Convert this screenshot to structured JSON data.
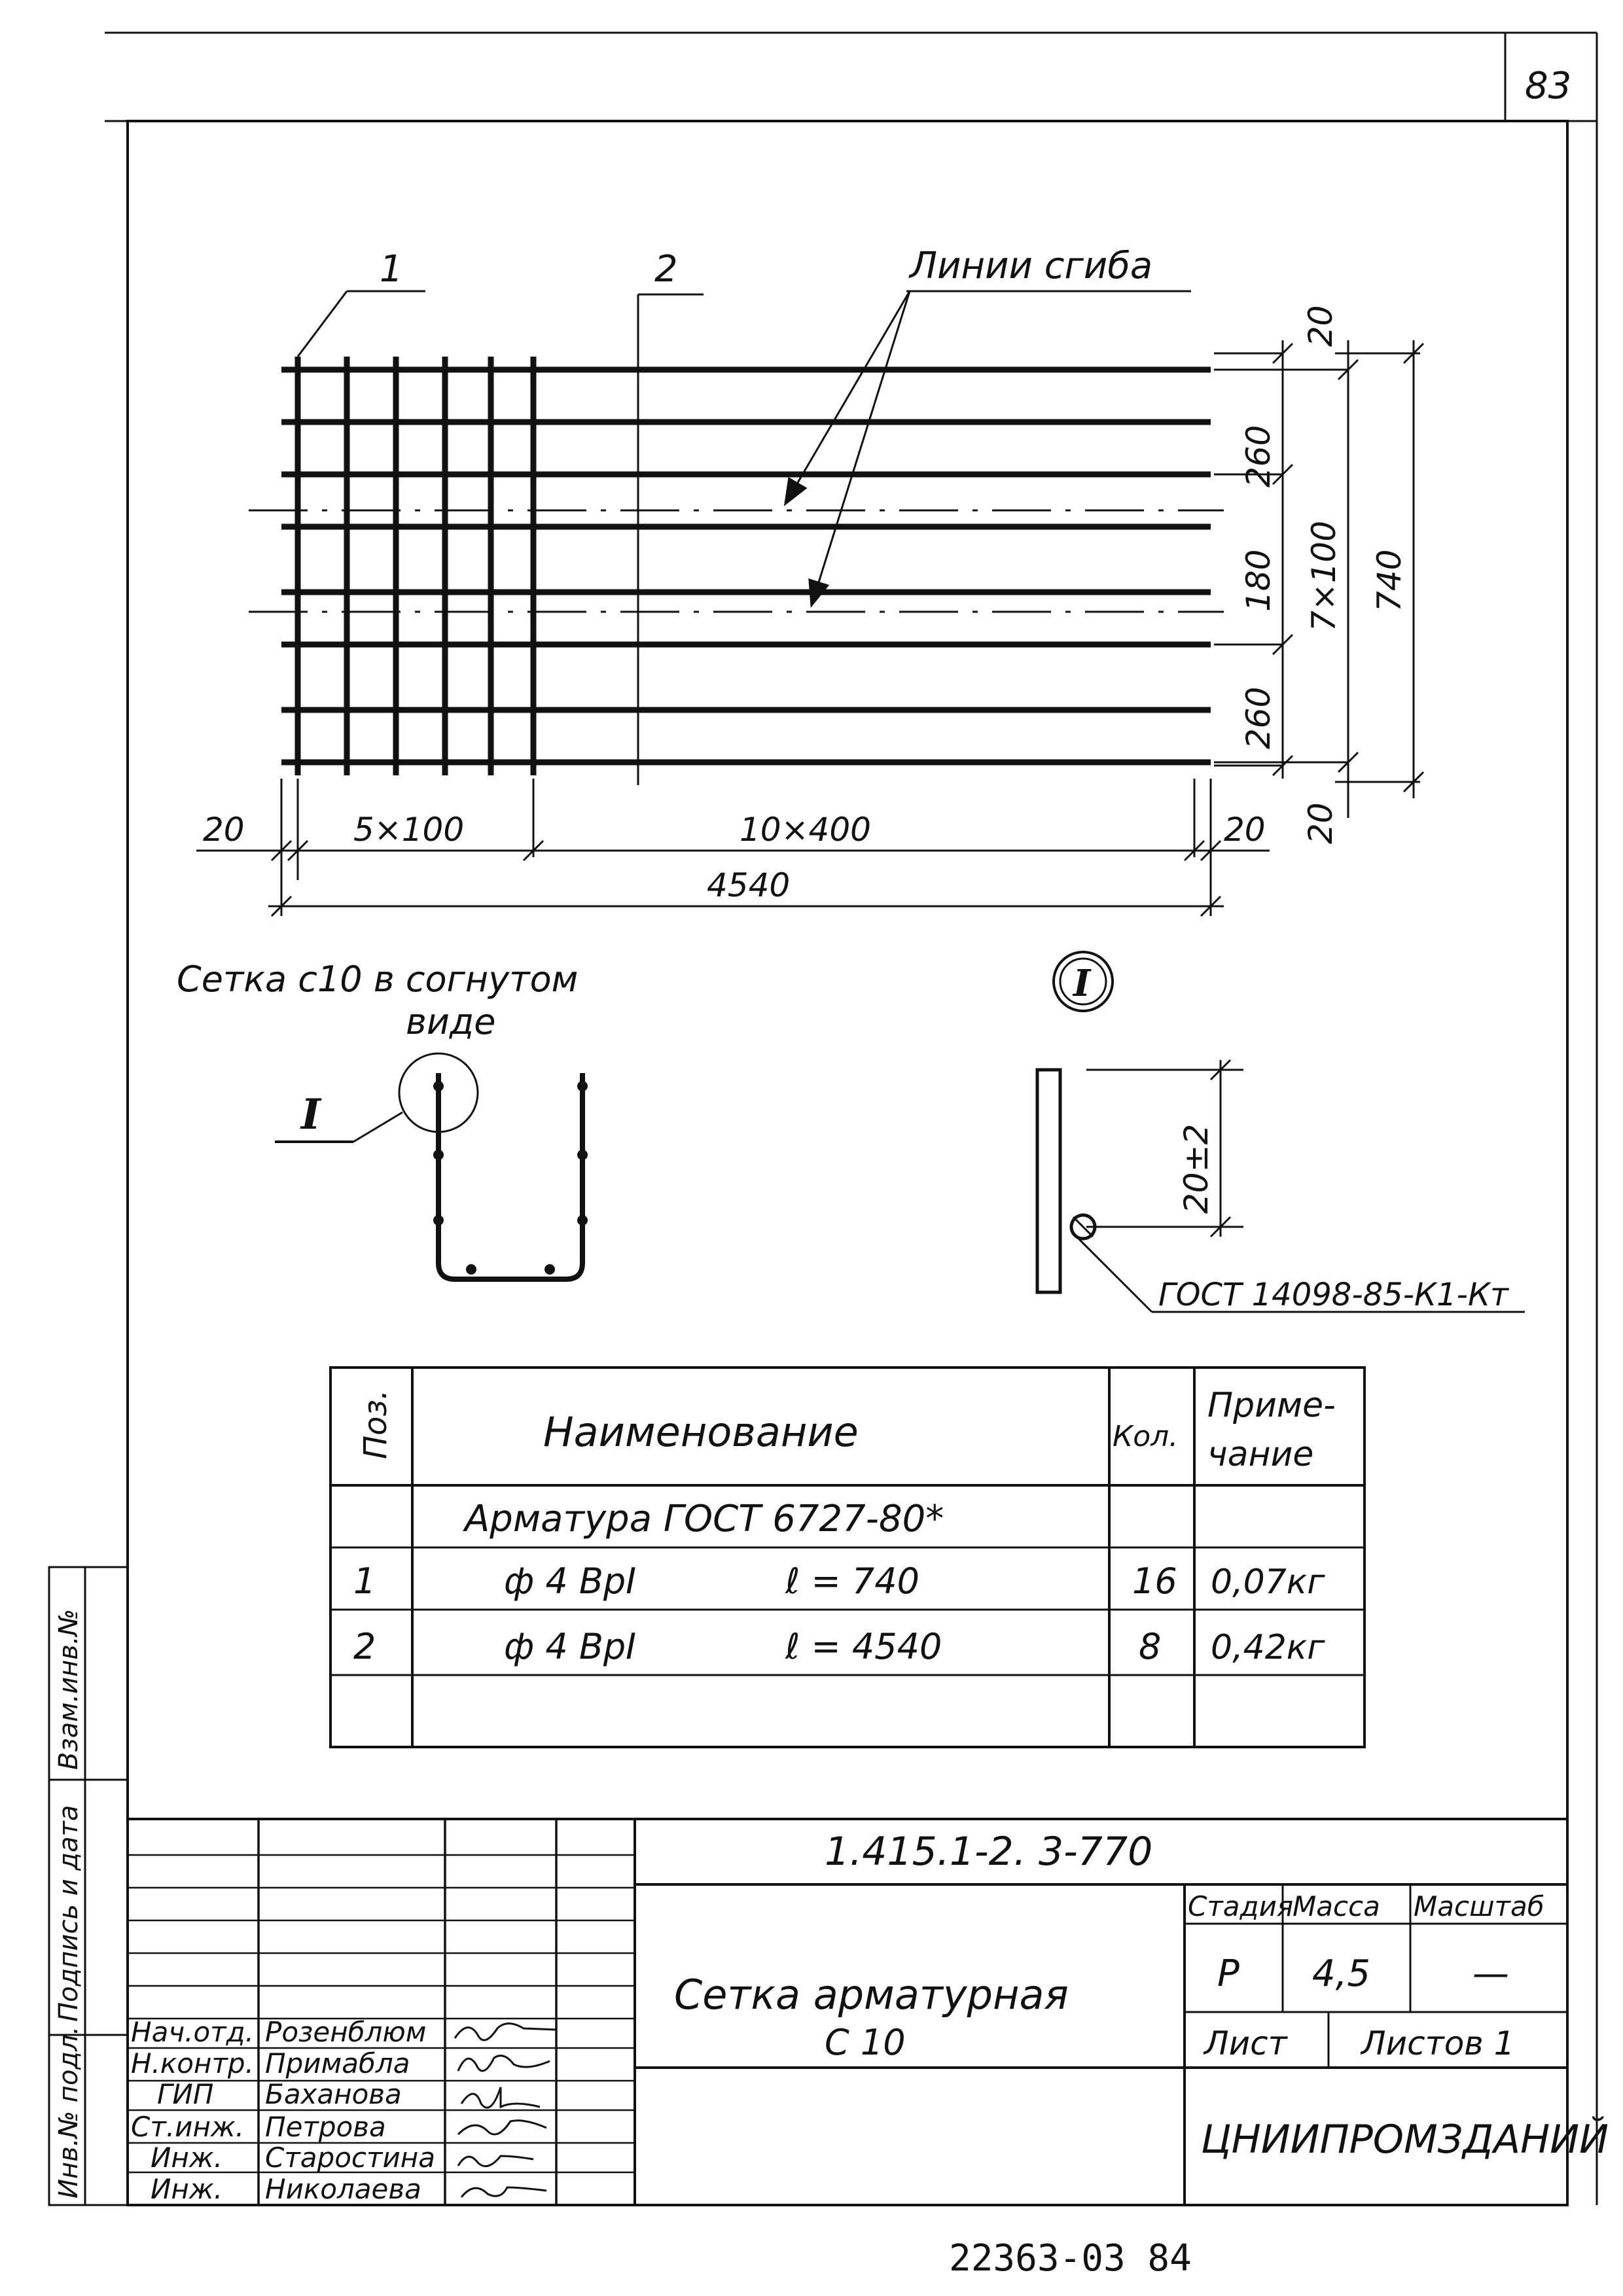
{
  "sheet": {
    "page_number": "83",
    "bottom_code": "22363-03  84"
  },
  "drawing": {
    "callout_1": "1",
    "callout_2": "2",
    "bend_lines_label": "Линии сгиба",
    "dims_right": [
      "20",
      "260",
      "180",
      "7×100",
      "740",
      "260",
      "20"
    ],
    "dims_bottom": {
      "d20_left": "20",
      "d5x100": "5×100",
      "d10x400": "10×400",
      "d20_right": "20",
      "total": "4540"
    },
    "bent_title_line1": "Сетка с10 в согнутом",
    "bent_title_line2": "виде",
    "detail_ref": "I",
    "detail_label": "I",
    "detail_dim": "20±2",
    "gost_weld": "ГОСТ 14098-85-К1-Кт"
  },
  "spec": {
    "headers": {
      "pos": "Поз.",
      "name": "Наименование",
      "qty": "Кол.",
      "note_line1": "Приме-",
      "note_line2": "чание"
    },
    "group_row": "Арматура ГОСТ 6727-80*",
    "rows": [
      {
        "pos": "1",
        "name": "ф 4 ВрI",
        "length": "ℓ = 740",
        "qty": "16",
        "note": "0,07кг"
      },
      {
        "pos": "2",
        "name": "ф 4 ВрI",
        "length": "ℓ = 4540",
        "qty": "8",
        "note": "0,42кг"
      }
    ]
  },
  "side_stamp": {
    "col_1": "Инв.№ подл.",
    "col_2": "Подпись и дата",
    "col_3": "Взам.инв.№"
  },
  "title_block": {
    "doc_code": "1.415.1-2. 3-770",
    "title_line1": "Сетка арматурная",
    "title_line2": "С 10",
    "stage_label": "Стадия",
    "mass_label": "Масса",
    "scale_label": "Масштаб",
    "stage": "Р",
    "mass": "4,5",
    "scale": "—",
    "sheet_label": "Лист",
    "sheets_label": "Листов 1",
    "organization": "ЦНИИПРОМЗДАНИЙ",
    "staff": [
      {
        "role": "Нач.отд.",
        "name": "Розенблюм"
      },
      {
        "role": "Н.контр.",
        "name": "Примабла"
      },
      {
        "role": "ГИП",
        "name": "Баханова"
      },
      {
        "role": "Ст.инж.",
        "name": "Петрова"
      },
      {
        "role": "Инж.",
        "name": "Старостина"
      },
      {
        "role": "Инж.",
        "name": "Николаева"
      }
    ]
  }
}
